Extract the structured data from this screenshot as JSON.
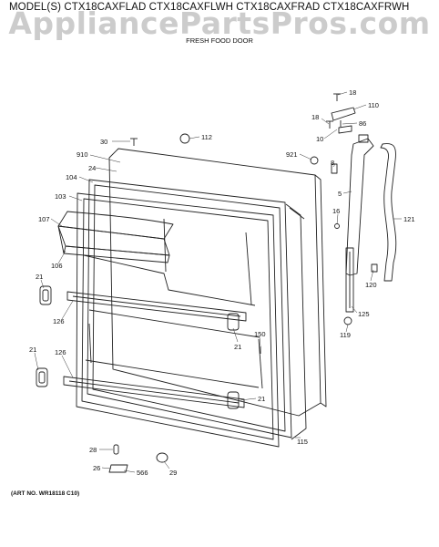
{
  "header": {
    "models": "MODEL(S) CTX18CAXFLAD CTX18CAXFLWH CTX18CAXFRAD CTX18CAXFRWH",
    "watermark": "AppliancePartsPros.com",
    "subtitle": "FRESH FOOD DOOR"
  },
  "footer": {
    "art_no": "(ART NO. WR18118 C10)"
  },
  "callouts": [
    "18",
    "110",
    "18",
    "86",
    "10",
    "30",
    "112",
    "910",
    "24",
    "921",
    "8",
    "104",
    "5",
    "103",
    "16",
    "121",
    "107",
    "106",
    "21",
    "120",
    "126",
    "125",
    "150",
    "21",
    "119",
    "21",
    "126",
    "21",
    "115",
    "28",
    "26",
    "566",
    "29"
  ]
}
